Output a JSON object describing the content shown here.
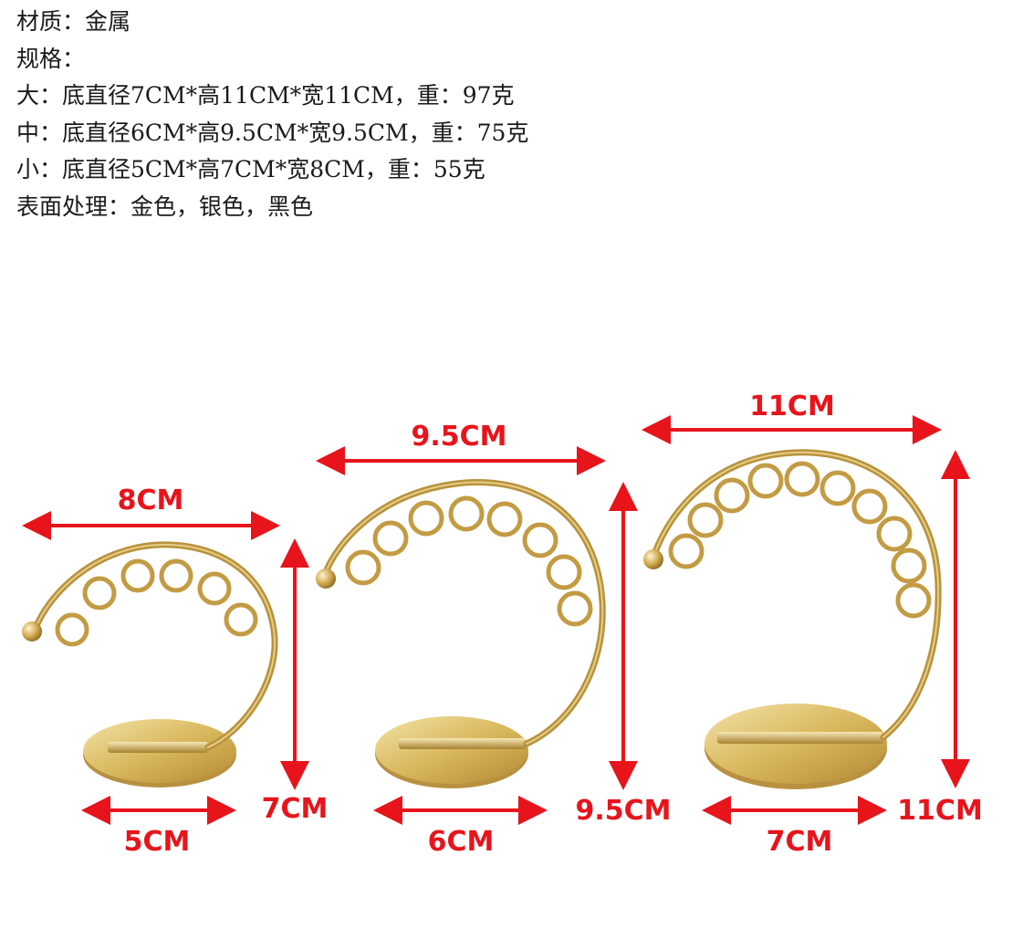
{
  "specs": [
    "材质：金属",
    "规格：",
    "大：底直径7CM*高11CM*宽11CM，重：97克",
    "中：底直径6CM*高9.5CM*宽9.5CM，重：75克",
    "小：底直径5CM*高7CM*宽8CM，重：55克",
    "表面处理：金色，银色，黑色"
  ],
  "colors": {
    "dimension": "#e8141b",
    "gold": "#c9a240",
    "gold_light": "#f1dc9a",
    "gold_dark": "#9b7a2a"
  },
  "icons": [
    "arrow-icon"
  ],
  "stands": [
    {
      "size": "small",
      "width_label": "8CM",
      "height_label": "7CM",
      "base_label": "5CM"
    },
    {
      "size": "medium",
      "width_label": "9.5CM",
      "height_label": "9.5CM",
      "base_label": "6CM"
    },
    {
      "size": "large",
      "width_label": "11CM",
      "height_label": "11CM",
      "base_label": "7CM"
    }
  ]
}
